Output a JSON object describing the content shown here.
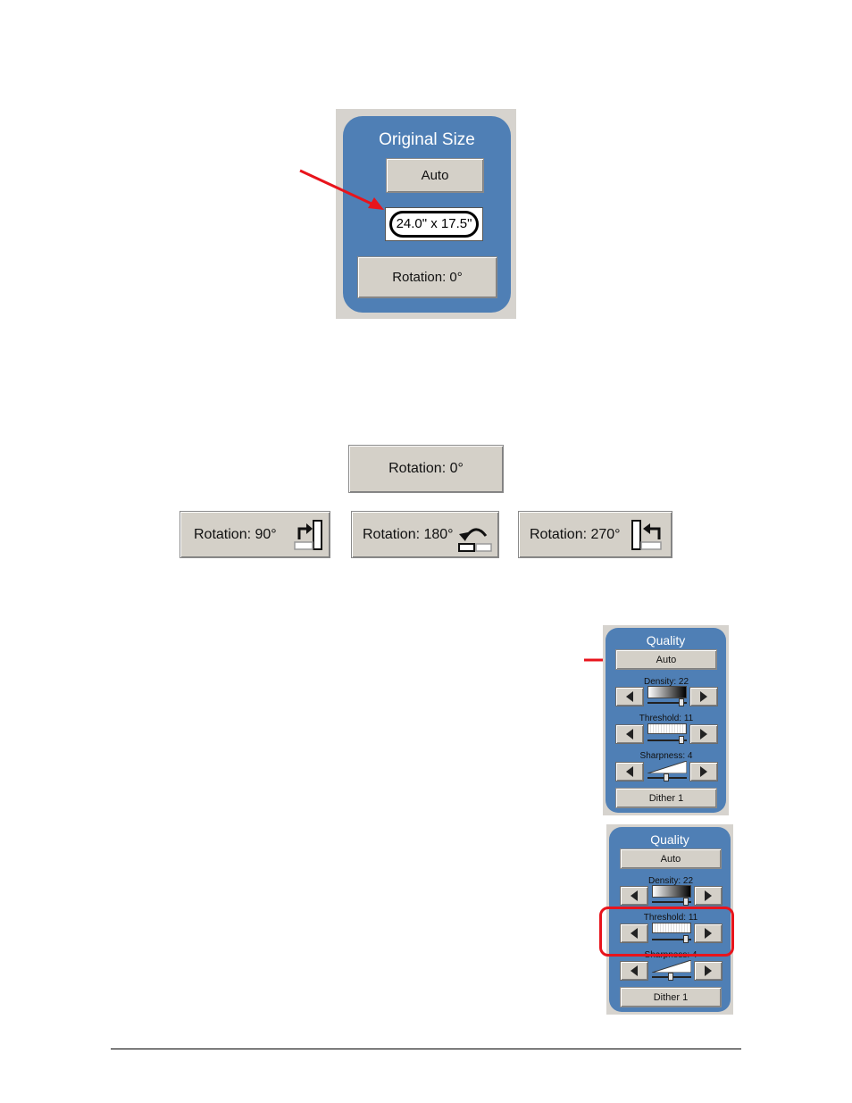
{
  "original_size_panel": {
    "title": "Original Size",
    "auto_label": "Auto",
    "size_value": "24.0\" x 17.5\"",
    "rotation_label": "Rotation: 0°"
  },
  "rotation_buttons": {
    "rot0": "Rotation: 0°",
    "rot90": "Rotation: 90°",
    "rot180": "Rotation: 180°",
    "rot270": "Rotation: 270°"
  },
  "quality_panel_1": {
    "title": "Quality",
    "auto_label": "Auto",
    "density_label": "Density: 22",
    "threshold_label": "Threshold: 11",
    "sharpness_label": "Sharpness: 4",
    "dither_label": "Dither 1"
  },
  "quality_panel_2": {
    "title": "Quality",
    "auto_label": "Auto",
    "density_label": "Density: 22",
    "threshold_label": "Threshold: 11",
    "sharpness_label": "Sharpness: 4",
    "dither_label": "Dither 1"
  },
  "colors": {
    "panel_blue": "#4f7fb5",
    "button_gray": "#d4d0c8",
    "callout_red": "#e8141c"
  }
}
